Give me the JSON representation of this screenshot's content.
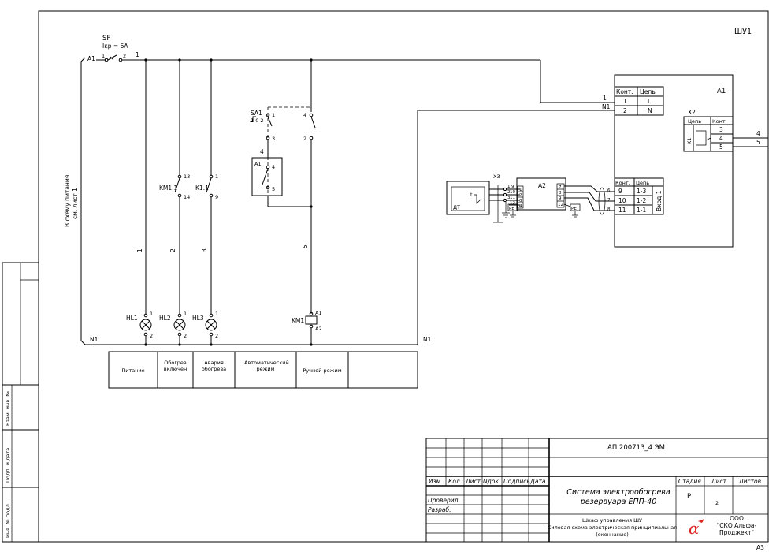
{
  "sheet": {
    "cabinet_label": "ШУ1",
    "format": "A3"
  },
  "breaker": {
    "designation": "SF",
    "rating": "Iкр = 6A",
    "term_in": "1",
    "term_out": "2",
    "wire_out": "1",
    "phase": "A1"
  },
  "neutral": {
    "left": "N1",
    "right": "N1"
  },
  "supply_note": {
    "line1": "В схему питания",
    "line2": "см. лист 1"
  },
  "switch_sa1": {
    "designation": "SA1",
    "pos": "1 0 2",
    "t1": "1",
    "t4": "4",
    "t3": "3",
    "t2": "2",
    "wire4": "4",
    "a1_label": "A1",
    "a1_t4": "4",
    "a1_t5": "5"
  },
  "contacts": {
    "km11": {
      "designation": "KM1.1",
      "t_top": "13",
      "t_bot": "14"
    },
    "k11": {
      "designation": "K1.1",
      "t_top": "1",
      "t_bot": "9"
    }
  },
  "wires": {
    "w1": "1",
    "w2": "2",
    "w3": "3",
    "w5": "5"
  },
  "lamps": [
    {
      "designation": "HL1",
      "t1": "1",
      "t2": "2"
    },
    {
      "designation": "HL2",
      "t1": "1",
      "t2": "2"
    },
    {
      "designation": "HL3",
      "t1": "1",
      "t2": "2"
    }
  ],
  "coil": {
    "designation": "KM1",
    "t1": "A1",
    "t2": "A2"
  },
  "legend": [
    "Питание",
    "Обогрев включен",
    "Авария обогрева",
    "Автоматический режим",
    "Ручной режим",
    ""
  ],
  "a1_unit": {
    "designation": "A1",
    "hdr_kont": "Конт.",
    "hdr_cep": "Цепь",
    "power_rows": [
      {
        "kont": "1",
        "cep": "L"
      },
      {
        "kont": "2",
        "cep": "N"
      }
    ],
    "wire_l": "1",
    "wire_n": "N1",
    "input_rows": [
      {
        "kont": "9",
        "cep": "1-3"
      },
      {
        "kont": "10",
        "cep": "1-2"
      },
      {
        "kont": "11",
        "cep": "1-1"
      }
    ],
    "input_label": "Вход 1",
    "wires_in": [
      "6",
      "7",
      "8"
    ]
  },
  "x2": {
    "designation": "X2",
    "hdr_cep": "Цепь",
    "hdr_kont": "Конт.",
    "rows": [
      "3",
      "4",
      "5"
    ],
    "relay": "K1",
    "out_wires": [
      "4",
      "5"
    ]
  },
  "sensor": {
    "designation": "ДТ",
    "t_label": "t",
    "x3": "X3",
    "x3_pins": [
      "1",
      "2",
      "3"
    ],
    "x3_pe": "PE",
    "a2_label": "A2",
    "a2_left": [
      "9",
      "10",
      "11",
      "12"
    ],
    "a2_left_pins": [
      "1",
      "2",
      "3",
      "4"
    ],
    "a2_right": [
      "7",
      "8",
      "9",
      "12"
    ],
    "a2_right_pins": [
      "7",
      "8",
      "9",
      "12"
    ],
    "pe_left": "PE",
    "pe_right": "PE"
  },
  "side_stamp": [
    "Взам. инв. №",
    "Подп. и дата",
    "Инв. № подл."
  ],
  "title_block": {
    "doc_code": "АП.200713_4 ЭМ",
    "hdr_izm": "Изм.",
    "hdr_kol": "Кол.",
    "hdr_list": "Лист",
    "hdr_ndok": "Nдок",
    "hdr_podp": "Подпись",
    "hdr_data": "Дата",
    "checked": "Проверил",
    "developed": "Разраб.",
    "system_line1": "Система электрообогрева",
    "system_line2": "резервуара ЕПП-40",
    "stage_hdr": "Стадия",
    "sheet_hdr": "Лист",
    "sheets_hdr": "Листов",
    "stage": "P",
    "sheet": "2",
    "sheets": "",
    "desc_line1": "Шкаф управления ШУ",
    "desc_line2": "Силовая схема электрическая принципиальная",
    "desc_line3": "(окончание)",
    "org_line1": "ООО",
    "org_line2": "\"СКО Альфа-",
    "org_line3": "Проджект\"",
    "logo_glyph": "α"
  }
}
